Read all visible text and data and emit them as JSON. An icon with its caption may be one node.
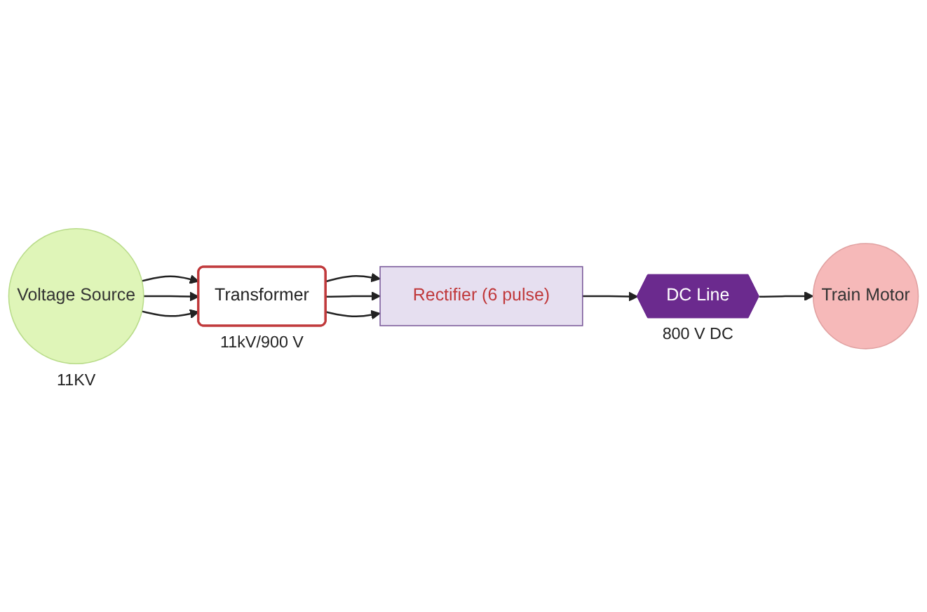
{
  "diagram": {
    "nodes": [
      {
        "text": [
          "Voltage Source"
        ],
        "beside": [
          "11KV"
        ]
      },
      {
        "text": [
          "Transformer"
        ],
        "beside": [
          "11kV/900 V"
        ]
      },
      {
        "text": [
          "Rectifier (6 pulse)"
        ]
      },
      {
        "text": [
          "DC Line"
        ],
        "beside": [
          "800 V DC"
        ]
      },
      {
        "text": [
          "Train Motor"
        ]
      }
    ],
    "edges": [
      {
        "from": 0,
        "to": 1,
        "arrow": "to"
      },
      {
        "from": 0,
        "to": 1,
        "arrow": "to"
      },
      {
        "from": 0,
        "to": 1,
        "arrow": "to"
      },
      {
        "from": 1,
        "to": 2,
        "arrow": "to"
      },
      {
        "from": 1,
        "to": 2,
        "arrow": "to"
      },
      {
        "from": 1,
        "to": 2,
        "arrow": "to"
      },
      {
        "from": 2,
        "to": 3,
        "arrow": "to"
      },
      {
        "from": 3,
        "to": 4,
        "arrow": "to"
      }
    ]
  }
}
